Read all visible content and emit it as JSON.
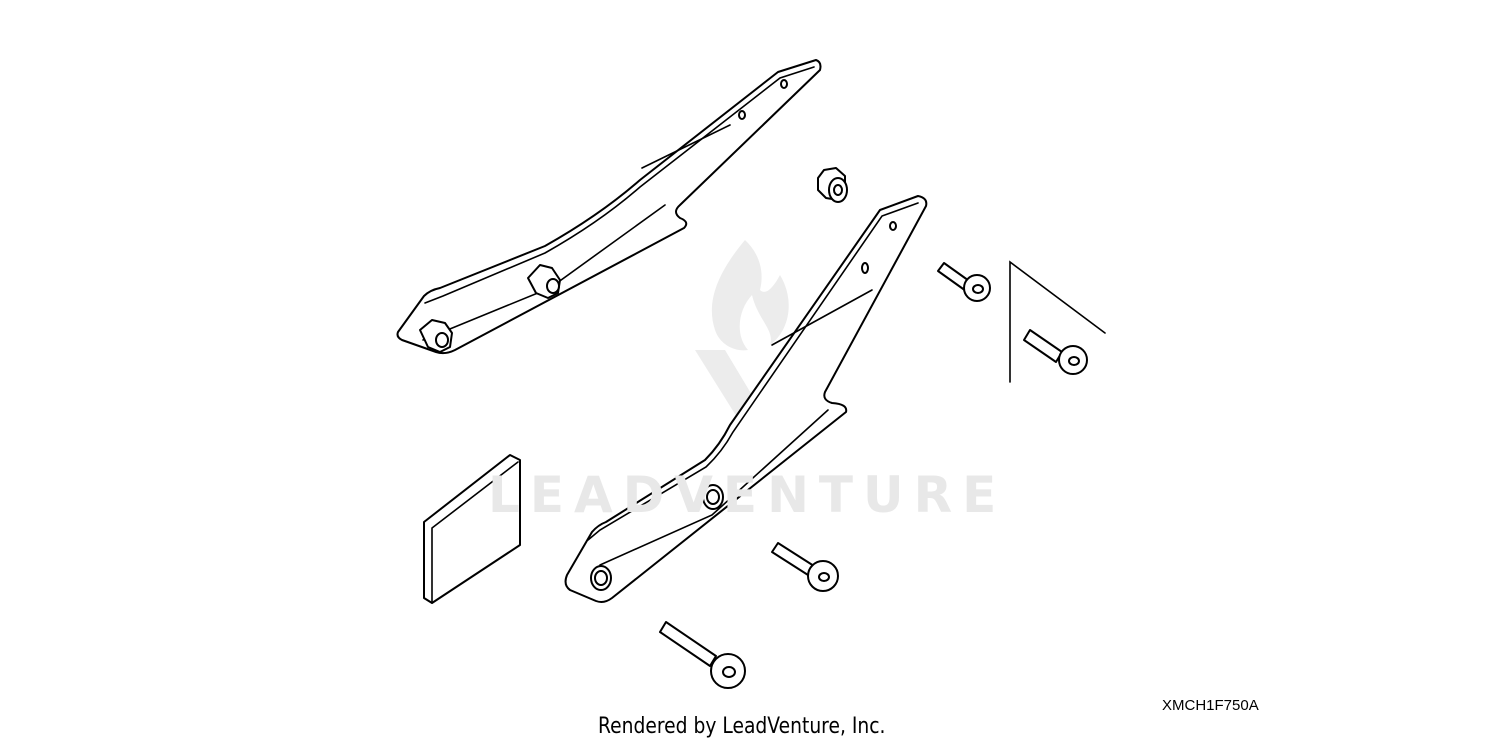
{
  "diagram": {
    "part_code": "XMCH1F750A",
    "credit": "Rendered by LeadVenture, Inc.",
    "watermark": "LEADVENTURE",
    "watermark_color": "#e8e8e8"
  }
}
